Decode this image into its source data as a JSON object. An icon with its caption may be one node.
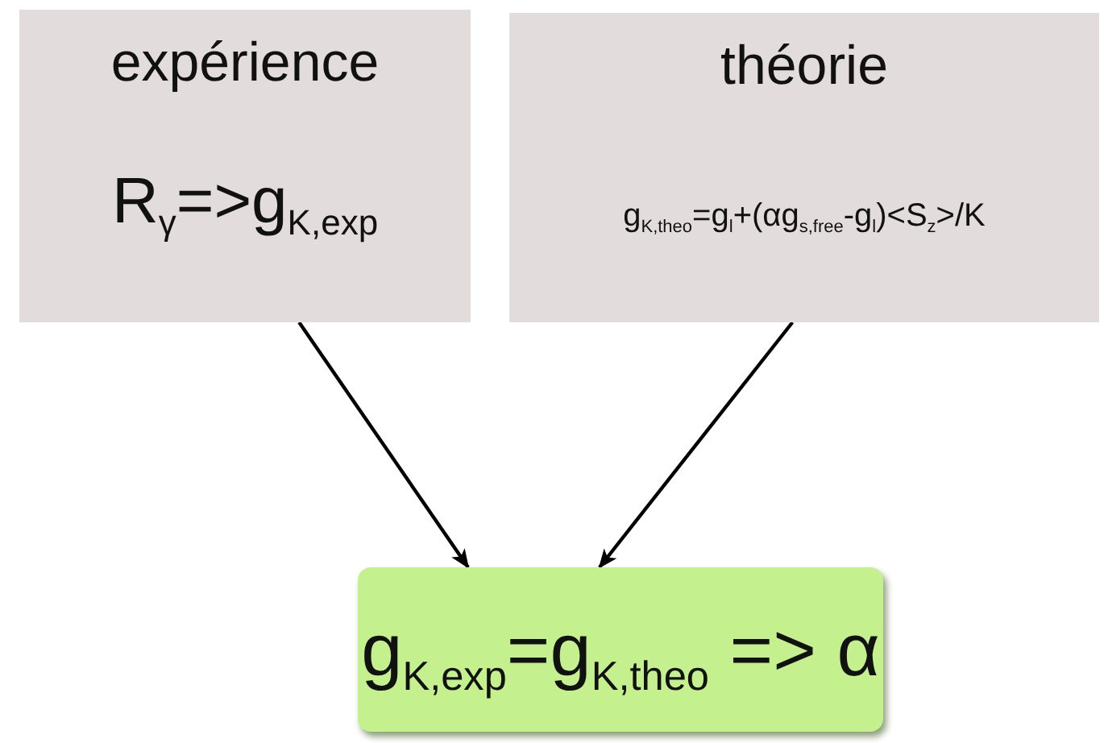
{
  "diagram": {
    "nodes": [
      {
        "text": [
          "expérience",
          "R$_{γ}$=>g$_{K,exp}$"
        ]
      },
      {
        "text": [
          "théorie",
          "g$_{K,theo}$=g$_{l}$+(αg$_{s,free}$-g$_{l}$)<S$_{z}$>/K"
        ]
      },
      {
        "text": [
          "g$_{K,exp}$=g$_{K,theo}$ => α"
        ]
      }
    ],
    "edges": [
      {
        "from": 0,
        "to": 2,
        "arrow": "to"
      },
      {
        "from": 1,
        "to": 2,
        "arrow": "to"
      }
    ]
  }
}
